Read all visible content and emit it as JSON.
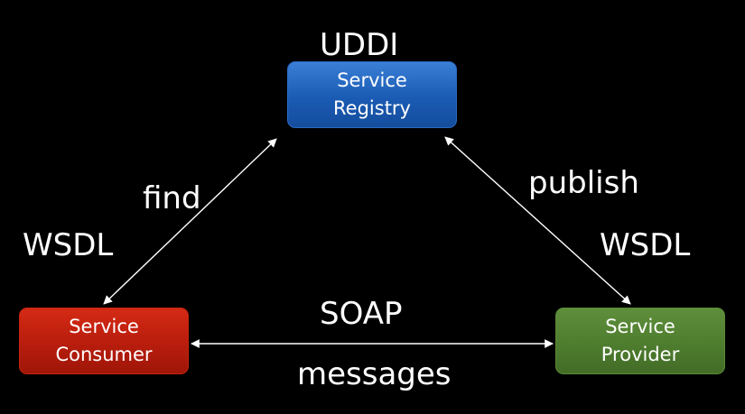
{
  "diagram": {
    "labels": {
      "uddi": "UDDI",
      "find": "find",
      "wsdl_left": "WSDL",
      "publish": "publish",
      "wsdl_right": "WSDL",
      "soap": "SOAP",
      "messages": "messages"
    },
    "boxes": {
      "registry": {
        "line1": "Service",
        "line2": "Registry",
        "color": "#1a5bb4"
      },
      "consumer": {
        "line1": "Service",
        "line2": "Consumer",
        "color": "#b81d0d"
      },
      "provider": {
        "line1": "Service",
        "line2": "Provider",
        "color": "#4e7d2e"
      }
    },
    "colors": {
      "background": "#000000",
      "text": "#ffffff",
      "arrow": "#ffffff"
    }
  }
}
